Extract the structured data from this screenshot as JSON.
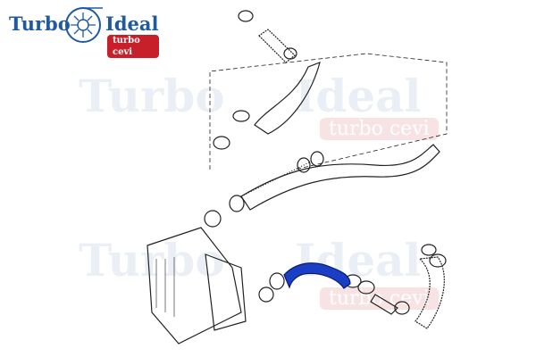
{
  "logo": {
    "brand_left": "Turbo",
    "brand_right": "Ideal",
    "tagline": "turbo cevi"
  },
  "watermark": {
    "brand_left": "Turbo",
    "brand_right": "Ideal",
    "tagline": "turbo cevi"
  },
  "highlight_color": "#1a3fc4"
}
